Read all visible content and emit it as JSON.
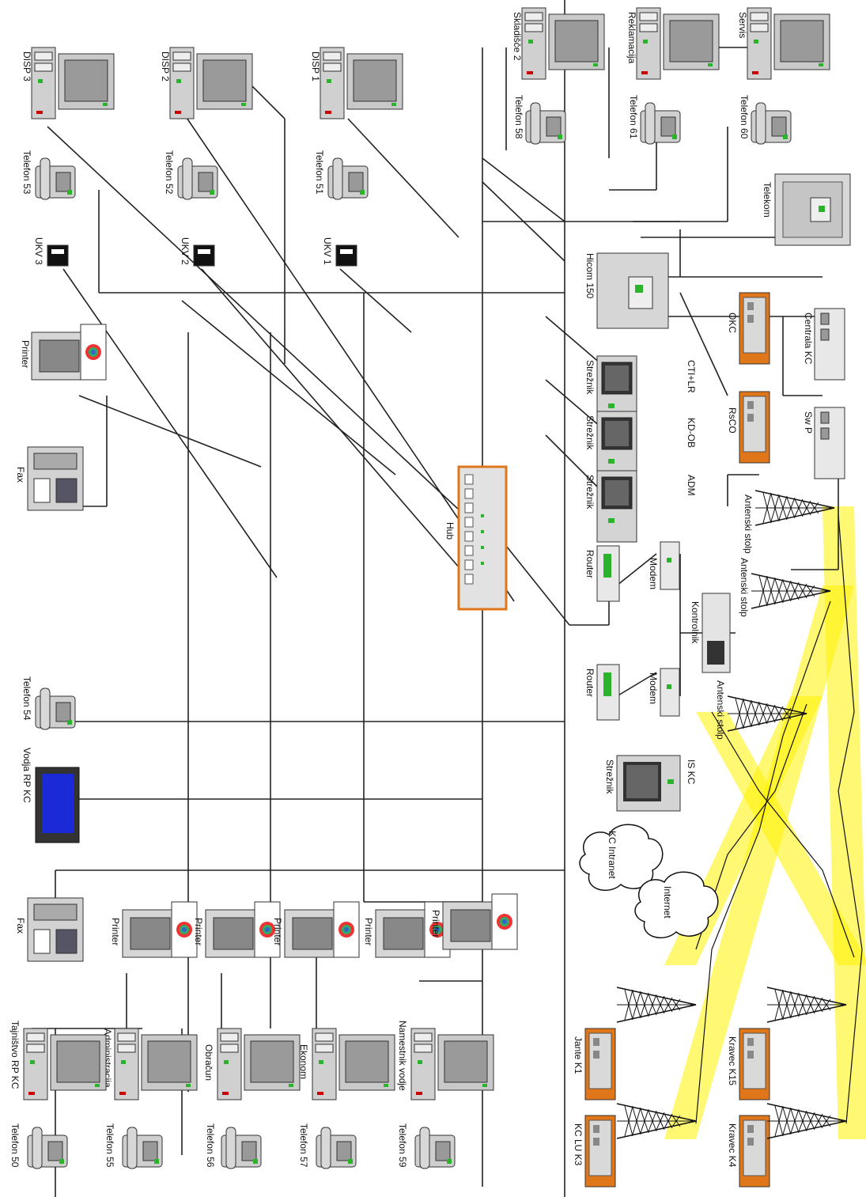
{
  "labels": {
    "disp3": "DISP 3",
    "disp2": "DISP 2",
    "disp1": "DISP 1",
    "skladisce2": "Skladišče 2",
    "reklamacija": "Reklamacija",
    "servis": "Servis",
    "tel53": "Telefon 53",
    "tel52": "Telefon 52",
    "tel51": "Telefon 51",
    "tel58": "Telefon 58",
    "tel61": "Telefon 61",
    "tel60": "Telefon 60",
    "telekom": "Telekom",
    "ukv3": "UKV 3",
    "ukv2": "UKV 2",
    "ukv1": "UKV 1",
    "hicom": "Hicom 150",
    "centrala": "Centrala KC",
    "oko": "OKC",
    "rsco": "RsCO",
    "sw": "Sw P",
    "cti": "CTI+LR",
    "kdob": "KD-OB",
    "adm": "ADM",
    "strezniki": "Strežnik",
    "hub": "Hub",
    "printer": "Printer",
    "fax": "Fax",
    "router": "Router",
    "modem": "Modem",
    "kontrolnik": "Kontrolnik",
    "antenski": "Antenski stolp",
    "iskc": "IS KC",
    "streznik": "Strežnik",
    "kcintranet": "KC Intranet",
    "internet": "Internet",
    "tel54": "Telefon 54",
    "vodjarp": "Vodja RP KC",
    "tel59": "Telefon 59",
    "namestnik": "Namestnik vodje",
    "tel57": "Telefon 57",
    "ekonom": "Ekonom",
    "tel56": "Telefon 56",
    "obracun": "Obračun",
    "tel55": "Telefon 55",
    "administracija": "Administracija",
    "tel50": "Telefon 50",
    "tajnistvo": "Tajništvo RP KC",
    "jante": "Jante K1",
    "kcluk3": "KC LU K3",
    "kravec15": "Kravec K15",
    "kravec4": "Kravec K4"
  },
  "colors": {
    "beam": "#fff200",
    "orange": "#e0761a",
    "screen": "#1a2ad6",
    "green": "#2bb42b"
  }
}
